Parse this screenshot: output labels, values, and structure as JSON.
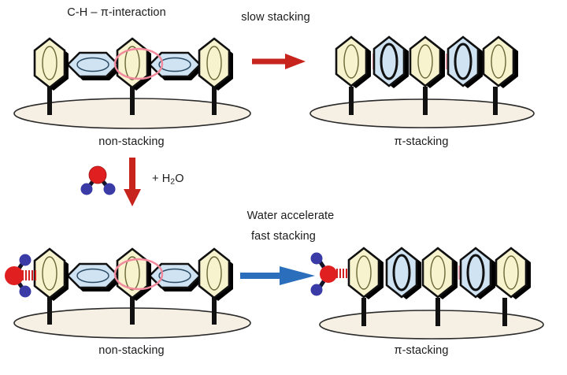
{
  "figure": {
    "title": "Water accelerated pi-stacking self-assembly scheme",
    "domain": "diagram"
  },
  "labels": {
    "ch_pi_interaction": "C-H – π-interaction",
    "slow_stacking": "slow stacking",
    "non_stacking_top": "non-stacking",
    "pi_stacking_top": "π-stacking",
    "plus_water_pre": "+ H",
    "plus_water_sub": "2",
    "plus_water_post": "O",
    "water_accelerate": "Water accelerate",
    "fast_stacking": "fast stacking",
    "non_stacking_bottom": "non-stacking",
    "pi_stacking_bottom": "π-stacking"
  },
  "colors": {
    "hex_yellow_fill": "#F6F3CE",
    "hex_blue_fill": "#CFE3F3",
    "hex_outline": "#111111",
    "hex_shadow": "#000000",
    "platform_fill": "#F6EFE4",
    "platform_stroke": "#2a2a2a",
    "arrow_red": "#C8241E",
    "arrow_blue": "#2B6FBC",
    "highlight_pink": "#F2899C",
    "stack_dash_pink": "#F5A3B4",
    "water_oxygen": "#E02020",
    "water_hydrogen": "#3B3BA8",
    "hbond_red": "#D02020",
    "text": "#1b1b1b"
  },
  "panels": [
    {
      "id": "top-left",
      "name": "non-stacking-top",
      "caption": "non-stacking",
      "state": "non-stacking",
      "has_water": false,
      "rings": [
        {
          "type": "yellow",
          "orientation": "upright"
        },
        {
          "type": "blue",
          "orientation": "flat"
        },
        {
          "type": "yellow",
          "orientation": "upright"
        },
        {
          "type": "blue",
          "orientation": "flat"
        },
        {
          "type": "yellow",
          "orientation": "upright"
        }
      ],
      "anchors": 3,
      "highlight": "ch-pi-contact"
    },
    {
      "id": "top-right",
      "name": "pi-stacking-top",
      "caption": "π-stacking",
      "state": "π-stacking",
      "has_water": false,
      "rings": [
        {
          "type": "yellow",
          "orientation": "upright"
        },
        {
          "type": "blue",
          "orientation": "upright"
        },
        {
          "type": "yellow",
          "orientation": "upright"
        },
        {
          "type": "blue",
          "orientation": "upright"
        },
        {
          "type": "yellow",
          "orientation": "upright"
        }
      ],
      "anchors": 3,
      "stack_contacts": 4
    },
    {
      "id": "bottom-left",
      "name": "non-stacking-bottom",
      "caption": "non-stacking",
      "state": "non-stacking",
      "has_water": true,
      "rings": [
        {
          "type": "yellow",
          "orientation": "upright"
        },
        {
          "type": "blue",
          "orientation": "flat"
        },
        {
          "type": "yellow",
          "orientation": "upright"
        },
        {
          "type": "blue",
          "orientation": "flat"
        },
        {
          "type": "yellow",
          "orientation": "upright"
        }
      ],
      "anchors": 3,
      "highlight": "ch-pi-contact"
    },
    {
      "id": "bottom-right",
      "name": "pi-stacking-bottom",
      "caption": "π-stacking",
      "state": "π-stacking",
      "has_water": true,
      "rings": [
        {
          "type": "yellow",
          "orientation": "upright"
        },
        {
          "type": "blue",
          "orientation": "upright"
        },
        {
          "type": "yellow",
          "orientation": "upright"
        },
        {
          "type": "blue",
          "orientation": "upright"
        },
        {
          "type": "yellow",
          "orientation": "upright"
        }
      ],
      "anchors": 3,
      "stack_contacts": 4
    }
  ],
  "arrows": [
    {
      "name": "slow-stacking-arrow",
      "color": "#C8241E",
      "direction": "right",
      "label": "slow stacking"
    },
    {
      "name": "add-water-arrow",
      "color": "#C8241E",
      "direction": "down",
      "label": "+ H2O"
    },
    {
      "name": "fast-stacking-arrow",
      "color": "#2B6FBC",
      "direction": "right",
      "label": "fast stacking"
    }
  ],
  "molecules": [
    {
      "name": "water-molecule-reagent",
      "formula": "H2O",
      "atoms": [
        "O",
        "H",
        "H"
      ]
    },
    {
      "name": "water-molecule-bound-left",
      "formula": "H2O",
      "atoms": [
        "O",
        "H",
        "H"
      ],
      "bond": "hydrogen-bond"
    },
    {
      "name": "water-molecule-bound-right",
      "formula": "H2O",
      "atoms": [
        "O",
        "H",
        "H"
      ],
      "bond": "hydrogen-bond"
    }
  ]
}
